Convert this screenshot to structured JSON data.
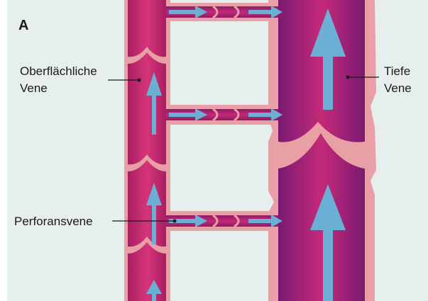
{
  "panel_letter": "A",
  "labels": {
    "superficial_vein": [
      "Oberflächliche",
      "Vene"
    ],
    "deep_vein": [
      "Tiefe",
      "Vene"
    ],
    "perforating_vein": "Perforansvene"
  },
  "colors": {
    "background": "#e6efed",
    "vein_wall": "#e8a0a6",
    "superficial_vein": "#c8286e",
    "deep_vein_outer": "#7a1a72",
    "deep_vein_center": "#c42a78",
    "arrow": "#6bb0d4",
    "leader_line": "#1a1a1a"
  }
}
